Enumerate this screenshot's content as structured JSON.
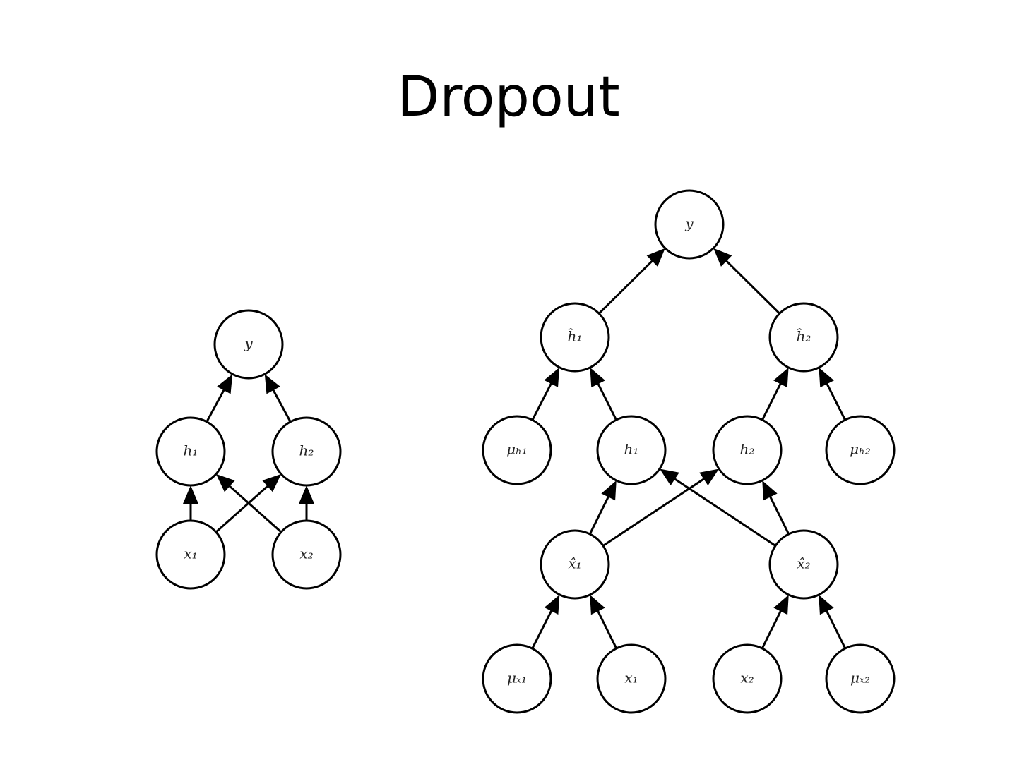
{
  "title": "Dropout",
  "colors": {
    "stroke": "#000000",
    "fill": "#ffffff",
    "text": "#222222"
  },
  "diagrams": [
    {
      "name": "standard-network",
      "nodes": [
        {
          "id": "L_y",
          "label": "y"
        },
        {
          "id": "L_h1",
          "label": "h₁"
        },
        {
          "id": "L_h2",
          "label": "h₂"
        },
        {
          "id": "L_x1",
          "label": "x₁"
        },
        {
          "id": "L_x2",
          "label": "x₂"
        }
      ],
      "edges": [
        [
          "L_h1",
          "L_y"
        ],
        [
          "L_h2",
          "L_y"
        ],
        [
          "L_x1",
          "L_h1"
        ],
        [
          "L_x1",
          "L_h2"
        ],
        [
          "L_x2",
          "L_h1"
        ],
        [
          "L_x2",
          "L_h2"
        ]
      ]
    },
    {
      "name": "dropout-network",
      "nodes": [
        {
          "id": "R_y",
          "label": "y"
        },
        {
          "id": "R_hh1",
          "label": "ĥ₁"
        },
        {
          "id": "R_hh2",
          "label": "ĥ₂"
        },
        {
          "id": "R_muh1",
          "label": "μₕ₁"
        },
        {
          "id": "R_h1",
          "label": "h₁"
        },
        {
          "id": "R_h2",
          "label": "h₂"
        },
        {
          "id": "R_muh2",
          "label": "μₕ₂"
        },
        {
          "id": "R_xh1",
          "label": "x̂₁"
        },
        {
          "id": "R_xh2",
          "label": "x̂₂"
        },
        {
          "id": "R_mux1",
          "label": "μₓ₁"
        },
        {
          "id": "R_x1",
          "label": "x₁"
        },
        {
          "id": "R_x2",
          "label": "x₂"
        },
        {
          "id": "R_mux2",
          "label": "μₓ₂"
        }
      ],
      "edges": [
        [
          "R_hh1",
          "R_y"
        ],
        [
          "R_hh2",
          "R_y"
        ],
        [
          "R_muh1",
          "R_hh1"
        ],
        [
          "R_h1",
          "R_hh1"
        ],
        [
          "R_h2",
          "R_hh2"
        ],
        [
          "R_muh2",
          "R_hh2"
        ],
        [
          "R_xh1",
          "R_h1"
        ],
        [
          "R_xh1",
          "R_h2"
        ],
        [
          "R_xh2",
          "R_h1"
        ],
        [
          "R_xh2",
          "R_h2"
        ],
        [
          "R_mux1",
          "R_xh1"
        ],
        [
          "R_x1",
          "R_xh1"
        ],
        [
          "R_x2",
          "R_xh2"
        ],
        [
          "R_mux2",
          "R_xh2"
        ]
      ]
    }
  ]
}
